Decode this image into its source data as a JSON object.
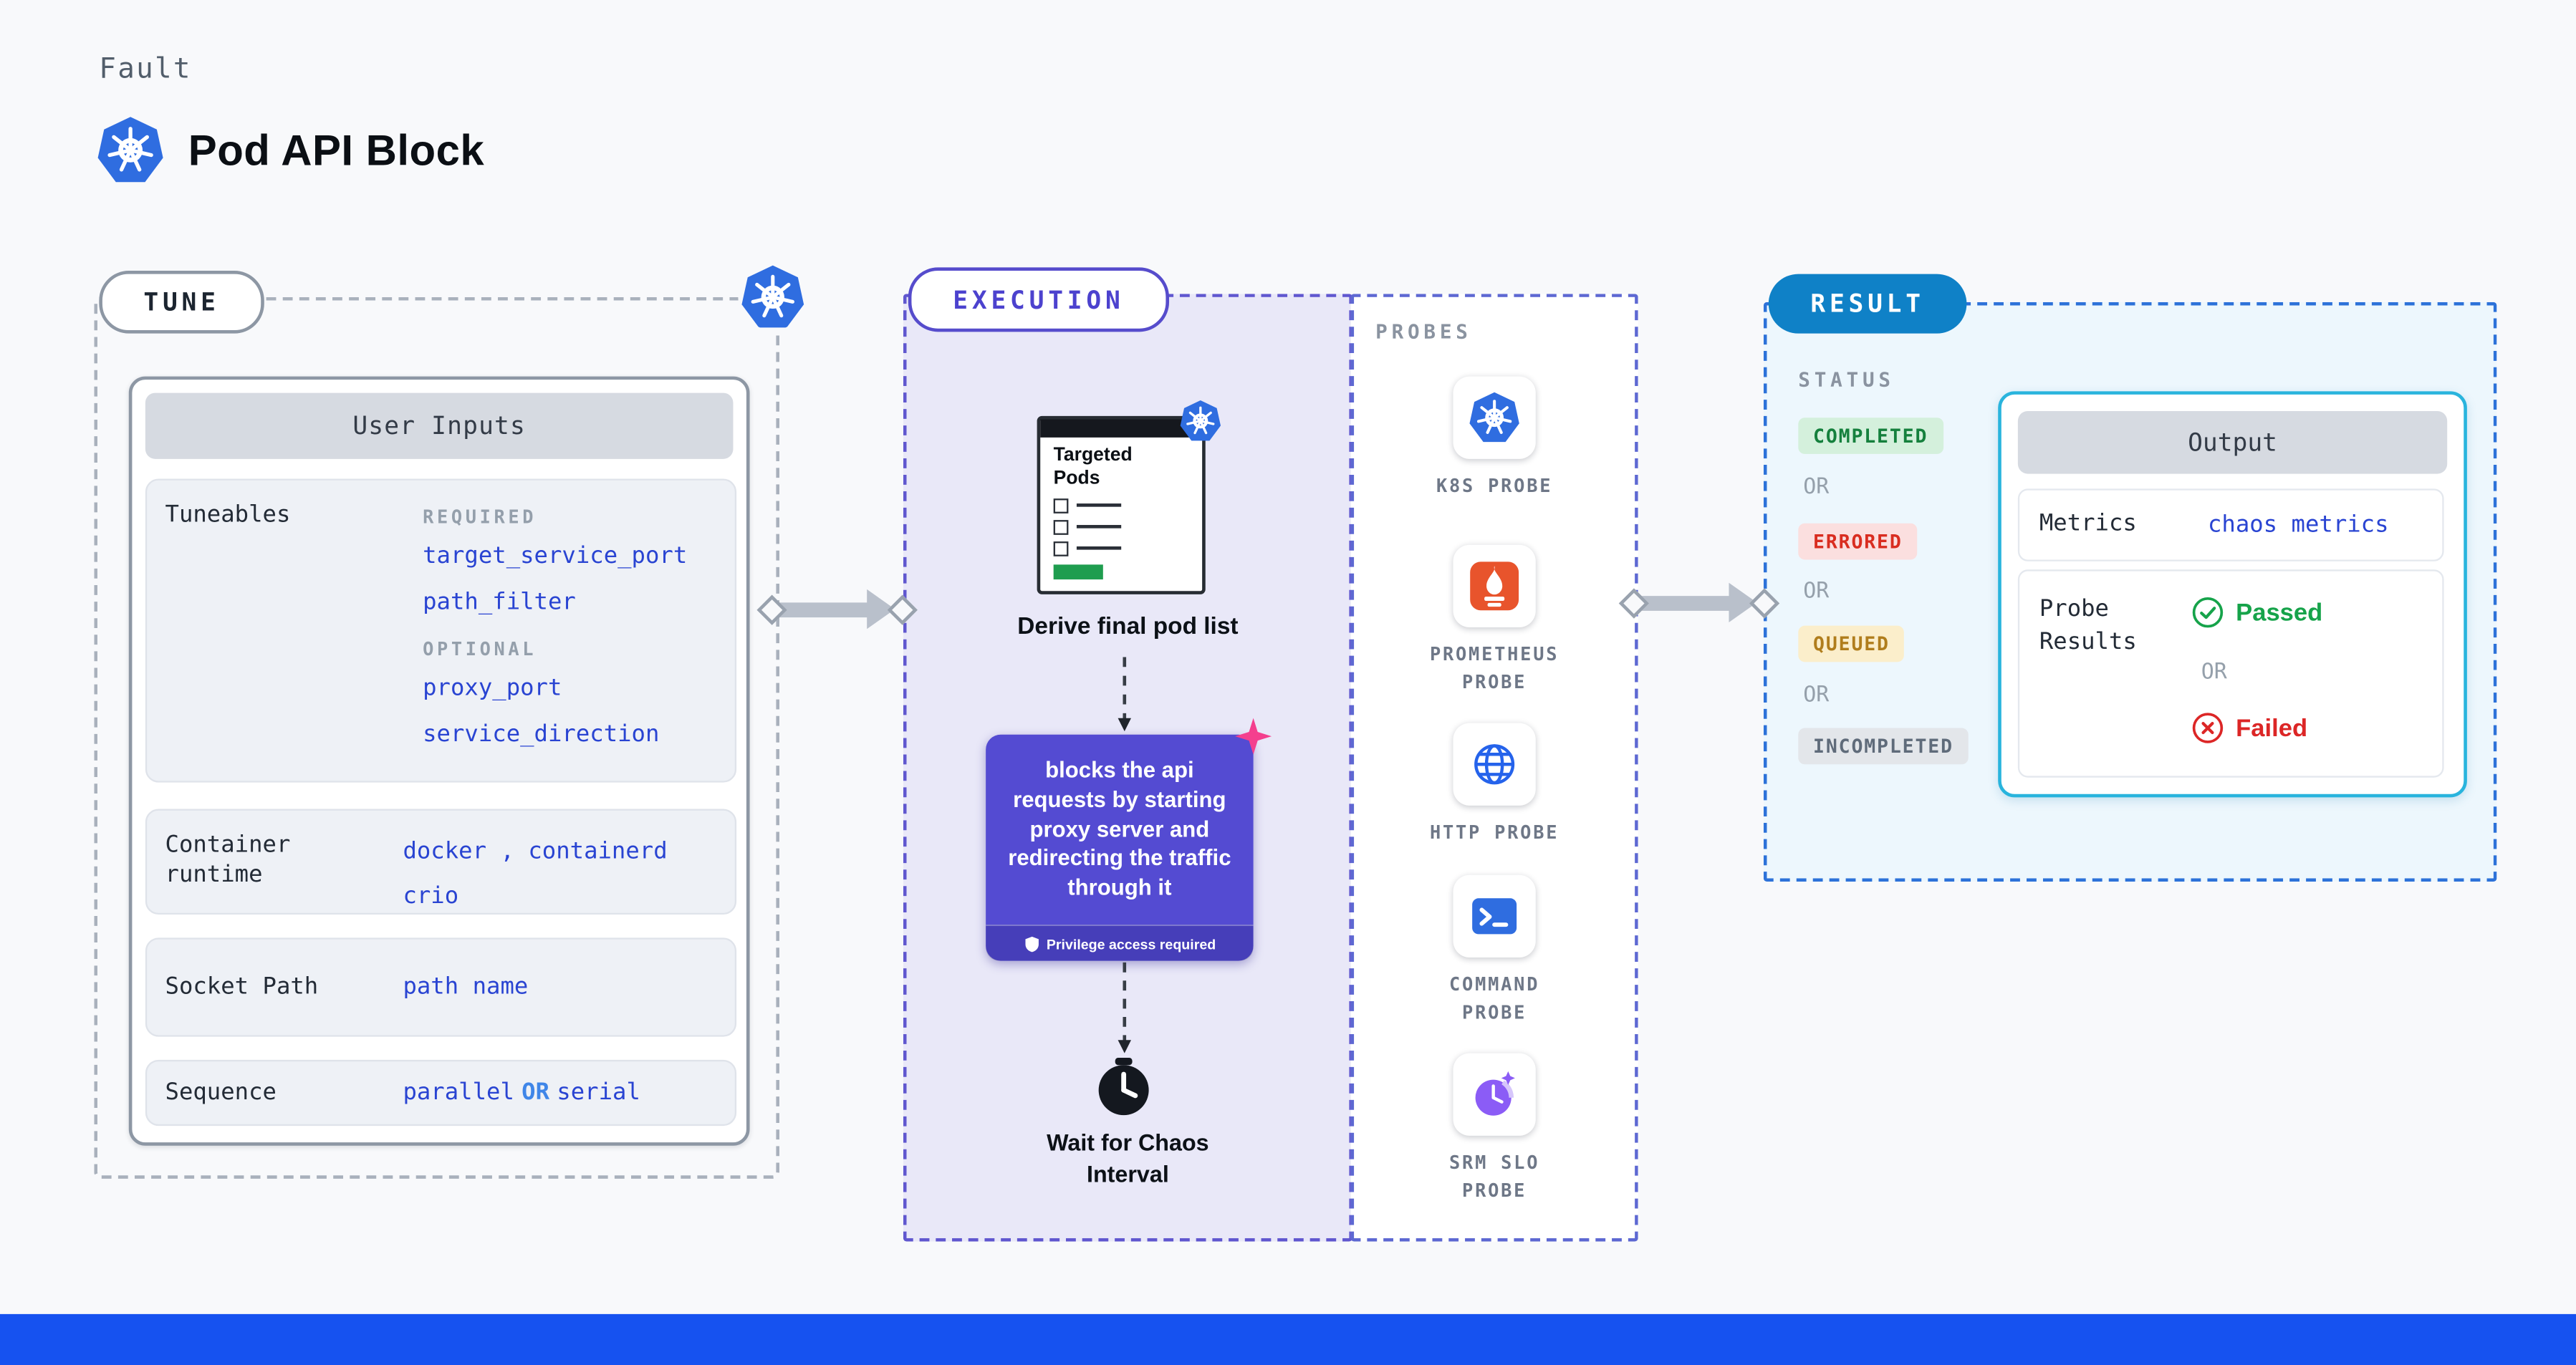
{
  "page": {
    "kicker": "Fault",
    "title": "Pod API Block"
  },
  "tune": {
    "pill": "TUNE",
    "card_header": "User Inputs",
    "rows": {
      "tuneables": {
        "label": "Tuneables",
        "required_label": "REQUIRED",
        "required": [
          "target_service_port",
          "path_filter"
        ],
        "optional_label": "OPTIONAL",
        "optional": [
          "proxy_port",
          "service_direction"
        ]
      },
      "runtime": {
        "label": "Container runtime",
        "values": [
          "docker",
          "containerd",
          "crio"
        ],
        "separator": " , "
      },
      "socket": {
        "label": "Socket Path",
        "value": "path name"
      },
      "sequence": {
        "label": "Sequence",
        "value_a": "parallel",
        "or": "OR",
        "value_b": "serial"
      }
    }
  },
  "execution": {
    "pill": "EXECUTION",
    "targeted_pods_title": "Targeted Pods",
    "derive_label": "Derive final pod list",
    "action_text": "blocks the api requests by starting proxy server and redirecting the traffic through it",
    "privilege_note": "Privilege access required",
    "wait_label": "Wait for Chaos Interval"
  },
  "probes": {
    "title": "PROBES",
    "items": [
      {
        "label": "K8S PROBE",
        "icon": "k8s-icon"
      },
      {
        "label": "PROMETHEUS PROBE",
        "icon": "prometheus-icon"
      },
      {
        "label": "HTTP PROBE",
        "icon": "http-globe-icon"
      },
      {
        "label": "COMMAND PROBE",
        "icon": "command-terminal-icon"
      },
      {
        "label": "SRM SLO PROBE",
        "icon": "srm-slo-icon"
      }
    ]
  },
  "result": {
    "pill": "RESULT",
    "status_label": "STATUS",
    "or_label": "OR",
    "statuses": [
      {
        "label": "COMPLETED",
        "bg": "#d4f0dc",
        "color": "#15803d"
      },
      {
        "label": "ERRORED",
        "bg": "#fbdfdf",
        "color": "#d92d20"
      },
      {
        "label": "QUEUED",
        "bg": "#fbeecb",
        "color": "#b07d1c"
      },
      {
        "label": "INCOMPLETED",
        "bg": "#e3e6ea",
        "color": "#5f6b7a"
      }
    ],
    "output": {
      "header": "Output",
      "metrics_label": "Metrics",
      "metrics_value": "chaos metrics",
      "probe_results_label": "Probe Results",
      "passed_label": "Passed",
      "or_label": "OR",
      "failed_label": "Failed"
    }
  },
  "colors": {
    "kubernetes_blue": "#326ce5",
    "link_blue": "#2944d2",
    "execution_indigo": "#544bd2",
    "result_blue": "#0f81c7",
    "output_border_cyan": "#29b4dd",
    "passed_green": "#16a34a",
    "failed_red": "#dc2626",
    "prometheus_orange": "#e8542c",
    "srm_purple": "#8b5cf6",
    "footer_accent": "#1652f0"
  }
}
